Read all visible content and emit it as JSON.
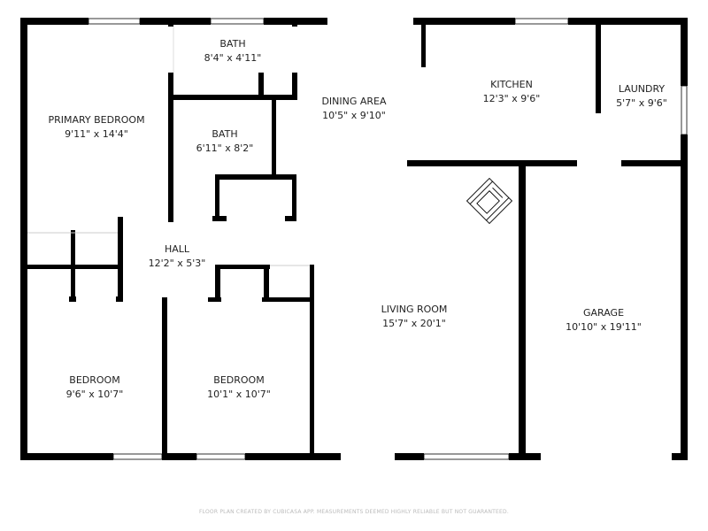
{
  "rooms": [
    {
      "name": "PRIMARY BEDROOM",
      "size": "9'11\" x 14'4\""
    },
    {
      "name": "BATH",
      "size": "8'4\" x 4'11\""
    },
    {
      "name": "BATH",
      "size": "6'11\" x 8'2\""
    },
    {
      "name": "DINING AREA",
      "size": "10'5\" x 9'10\""
    },
    {
      "name": "KITCHEN",
      "size": "12'3\" x 9'6\""
    },
    {
      "name": "LAUNDRY",
      "size": "5'7\" x 9'6\""
    },
    {
      "name": "HALL",
      "size": "12'2\" x 5'3\""
    },
    {
      "name": "BEDROOM",
      "size": "9'6\" x 10'7\""
    },
    {
      "name": "BEDROOM",
      "size": "10'1\" x 10'7\""
    },
    {
      "name": "LIVING ROOM",
      "size": "15'7\" x 20'1\""
    },
    {
      "name": "GARAGE",
      "size": "10'10\" x 19'11\""
    }
  ],
  "footer": "FLOOR PLAN CREATED BY CUBICASA APP. MEASUREMENTS DEEMED HIGHLY RELIABLE BUT NOT GUARANTEED.",
  "colors": {
    "wall": "#000000",
    "text": "#222222",
    "footer": "#bbbbbb"
  }
}
